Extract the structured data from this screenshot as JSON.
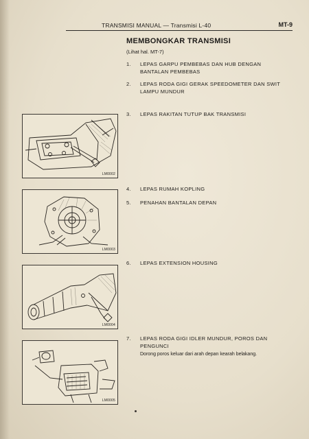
{
  "header": {
    "title": "TRANSMISI MANUAL — Transmisi L-40",
    "page": "MT-9"
  },
  "section": {
    "title": "MEMBONGKAR TRANSMISI",
    "subtitle": "(Lihat hal. MT-7)"
  },
  "steps": [
    {
      "num": "1.",
      "text": "LEPAS GARPU PEMBEBAS DAN HUB DENGAN BANTALAN PEMBEBAS"
    },
    {
      "num": "2.",
      "text": "LEPAS RODA GIGI GERAK SPEEDOMETER DAN SWIT LAMPU MUNDUR"
    },
    {
      "num": "3.",
      "text": "LEPAS RAKITAN TUTUP BAK TRANSMISI"
    },
    {
      "num": "4.",
      "text": "LEPAS RUMAH KOPLING"
    },
    {
      "num": "5.",
      "text": "PENAHAN BANTALAN DEPAN"
    },
    {
      "num": "6.",
      "text": "LEPAS EXTENSION HOUSING"
    },
    {
      "num": "7.",
      "text": "LEPAS RODA GIGI IDLER MUNDUR, POROS DAN PENGUNCI"
    }
  ],
  "step7_note": "Dorong poros keluar dari arah depan kearah belakang.",
  "figures": [
    {
      "label": "LM0002"
    },
    {
      "label": "LM0003"
    },
    {
      "label": "LM0004"
    },
    {
      "label": "LM0005"
    }
  ]
}
